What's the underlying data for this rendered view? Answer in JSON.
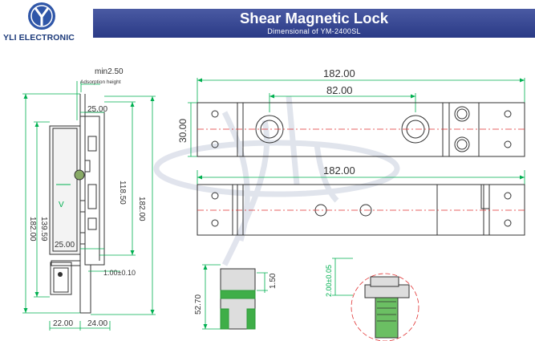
{
  "header": {
    "brand": "YLI ELECTRONIC",
    "title": "Shear Magnetic Lock",
    "subtitle": "Dimensional of YM-2400SL"
  },
  "side_view": {
    "min_gap": "min2.50",
    "adsorption": "Adsorption height",
    "top_width": "25.00",
    "bottom_width": "25.00",
    "height_139": "139.59",
    "height_182": "182.00",
    "height_118": "118.50",
    "height_182_right": "182.00",
    "gap": "1.00±0.10",
    "base_22": "22.00",
    "base_24": "24.00",
    "v_label": "V"
  },
  "top_view": {
    "overall": "182.00",
    "center": "82.00",
    "height": "30.00"
  },
  "bottom_view": {
    "overall": "182.00"
  },
  "section_view": {
    "height_527": "52.70",
    "depth_150": "1.50"
  },
  "detail_view": {
    "value": "2.00±0.05"
  },
  "colors": {
    "dim_line": "#00b050",
    "center_line": "#e03030",
    "outline": "#333333",
    "banner": "#34449a",
    "brand": "#1c3a7a"
  }
}
